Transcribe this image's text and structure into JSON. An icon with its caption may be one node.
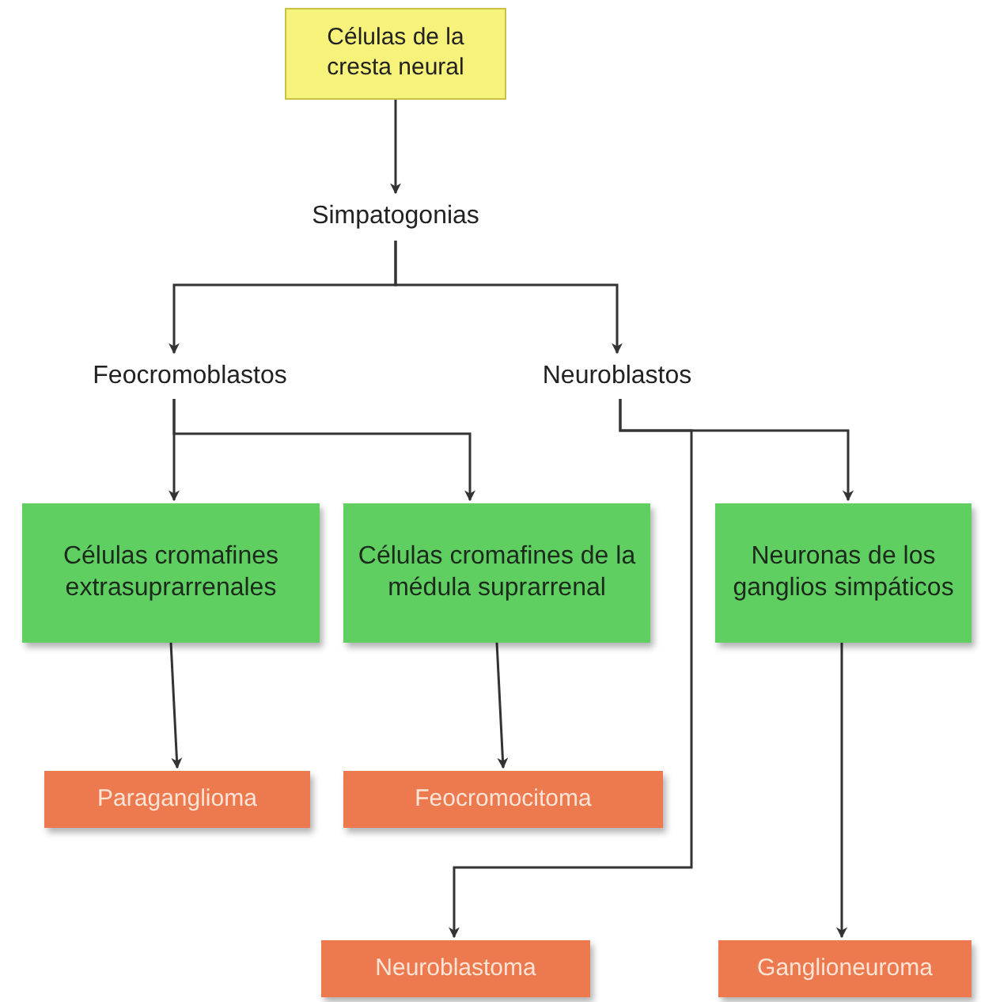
{
  "diagram": {
    "nodes": [
      {
        "text": [
          "Células de la cresta neural"
        ]
      },
      {
        "text": [
          "Simpatogonias"
        ]
      },
      {
        "text": [
          "Feocromoblastos"
        ]
      },
      {
        "text": [
          "Neuroblastos"
        ]
      },
      {
        "text": [
          "Células cromafines extrasuprarrenales"
        ]
      },
      {
        "text": [
          "Células cromafines de la médula suprarrenal"
        ]
      },
      {
        "text": [
          "Neuronas de los ganglios simpáticos"
        ]
      },
      {
        "text": [
          "Paraganglioma"
        ]
      },
      {
        "text": [
          "Feocromocitoma"
        ]
      },
      {
        "text": [
          "Neuroblastoma"
        ]
      },
      {
        "text": [
          "Ganglioneuroma"
        ]
      }
    ],
    "edges": [
      {
        "from": 0,
        "to": 1,
        "arrow": "to"
      },
      {
        "from": 1,
        "to": 2,
        "arrow": "to"
      },
      {
        "from": 1,
        "to": 3,
        "arrow": "to"
      },
      {
        "from": 2,
        "to": 4,
        "arrow": "to"
      },
      {
        "from": 2,
        "to": 5,
        "arrow": "to"
      },
      {
        "from": 3,
        "to": 6,
        "arrow": "to"
      },
      {
        "from": 3,
        "to": 9,
        "arrow": "to"
      },
      {
        "from": 4,
        "to": 7,
        "arrow": "to"
      },
      {
        "from": 5,
        "to": 8,
        "arrow": "to"
      },
      {
        "from": 6,
        "to": 10,
        "arrow": "to"
      }
    ]
  }
}
